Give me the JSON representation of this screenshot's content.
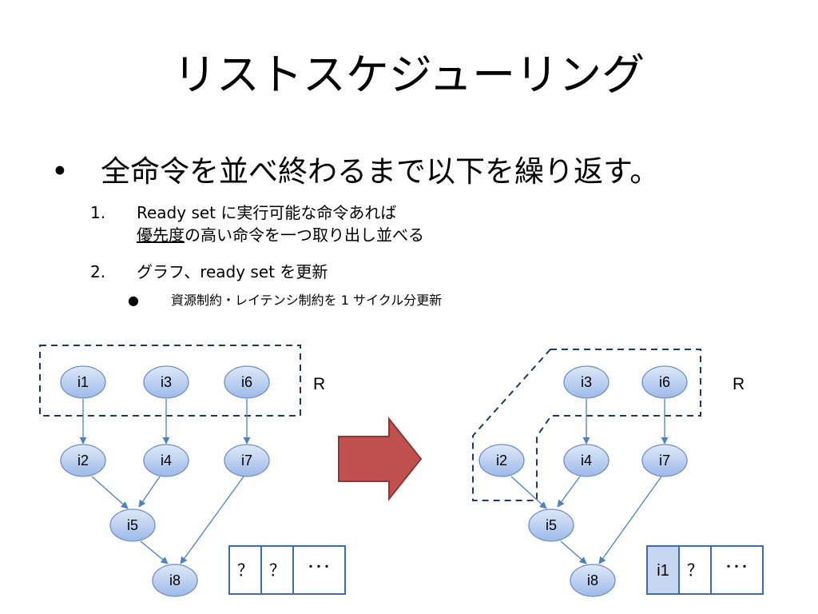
{
  "title": "リストスケジューリング",
  "bullet": {
    "marker": "•",
    "text": "全命令を並べ終わるまで以下を繰り返す。"
  },
  "steps": [
    {
      "number": "1.",
      "line1": "Ready set に実行可能な命令あれば",
      "line2_emph": "優先度",
      "line2_rest": "の高い命令を一つ取り出し並べる"
    },
    {
      "number": "2.",
      "line1": "グラフ、ready set を更新"
    }
  ],
  "sub_bullet": {
    "marker": "●",
    "text": "資源制約・レイテンシ制約を 1 サイクル分更新"
  },
  "colors": {
    "node_fill_top": "#dfe9f8",
    "node_fill_bottom": "#9db9e8",
    "node_stroke": "#6d8fc9",
    "edge": "#4f81bd",
    "dashed_box": "#1f3864",
    "arrow_fill": "#c0504d",
    "arrow_stroke": "#8c3836",
    "slot_border": "#3d6bb3",
    "slot_filled": "#c5d6ee"
  },
  "left_graph": {
    "ready_label": "R",
    "nodes": [
      "i1",
      "i3",
      "i6",
      "i2",
      "i4",
      "i7",
      "i5",
      "i8"
    ],
    "slots": [
      "？",
      "？",
      "･･･"
    ]
  },
  "right_graph": {
    "ready_label": "R",
    "nodes": [
      "i3",
      "i6",
      "i2",
      "i4",
      "i7",
      "i5",
      "i8"
    ],
    "slots": [
      "i1",
      "？",
      "･･･"
    ]
  }
}
